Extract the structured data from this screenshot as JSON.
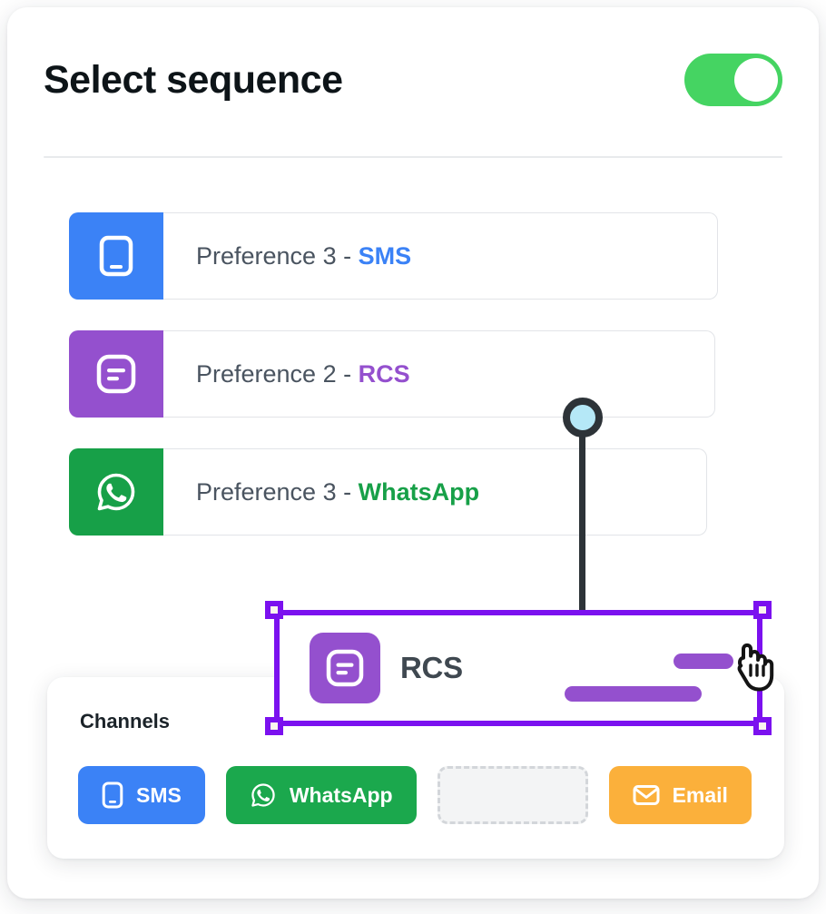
{
  "header": {
    "title": "Select sequence",
    "toggle": {
      "name": "sequence-enabled-toggle",
      "state": "on",
      "color": "#45d462"
    }
  },
  "preferences": [
    {
      "prefix": "Preference 3 - ",
      "channel": "SMS",
      "channel_color": "#3b82f6",
      "tile_color": "#3b82f6",
      "icon": "sms-phone-icon"
    },
    {
      "prefix": "Preference 2 - ",
      "channel": "RCS",
      "channel_color": "#9450ce",
      "tile_color": "#9450ce",
      "icon": "rcs-message-icon"
    },
    {
      "prefix": "Preference 3 - ",
      "channel": "WhatsApp",
      "channel_color": "#17a048",
      "tile_color": "#17a048",
      "icon": "whatsapp-icon"
    }
  ],
  "drag": {
    "card_title": "RCS",
    "card_icon": "rcs-message-icon",
    "tile_color": "#9450ce",
    "selection_color": "#7b11ef",
    "handle_fill": "#faf6ee",
    "connector_color": "#2d3338",
    "connector_knob_fill": "#b5e8f7",
    "cursor": "grab-hand-cursor"
  },
  "channels": {
    "title": "Channels",
    "items": [
      {
        "label": "SMS",
        "icon": "sms-phone-icon",
        "color": "#3b82f6",
        "type": "chip"
      },
      {
        "label": "WhatsApp",
        "icon": "whatsapp-icon",
        "color": "#1ba84d",
        "type": "chip"
      },
      {
        "label": "",
        "icon": "empty-slot-icon",
        "color": "#f3f4f5",
        "type": "empty-slot"
      },
      {
        "label": "Email",
        "icon": "envelope-icon",
        "color": "#fbb03b",
        "type": "chip"
      }
    ]
  }
}
